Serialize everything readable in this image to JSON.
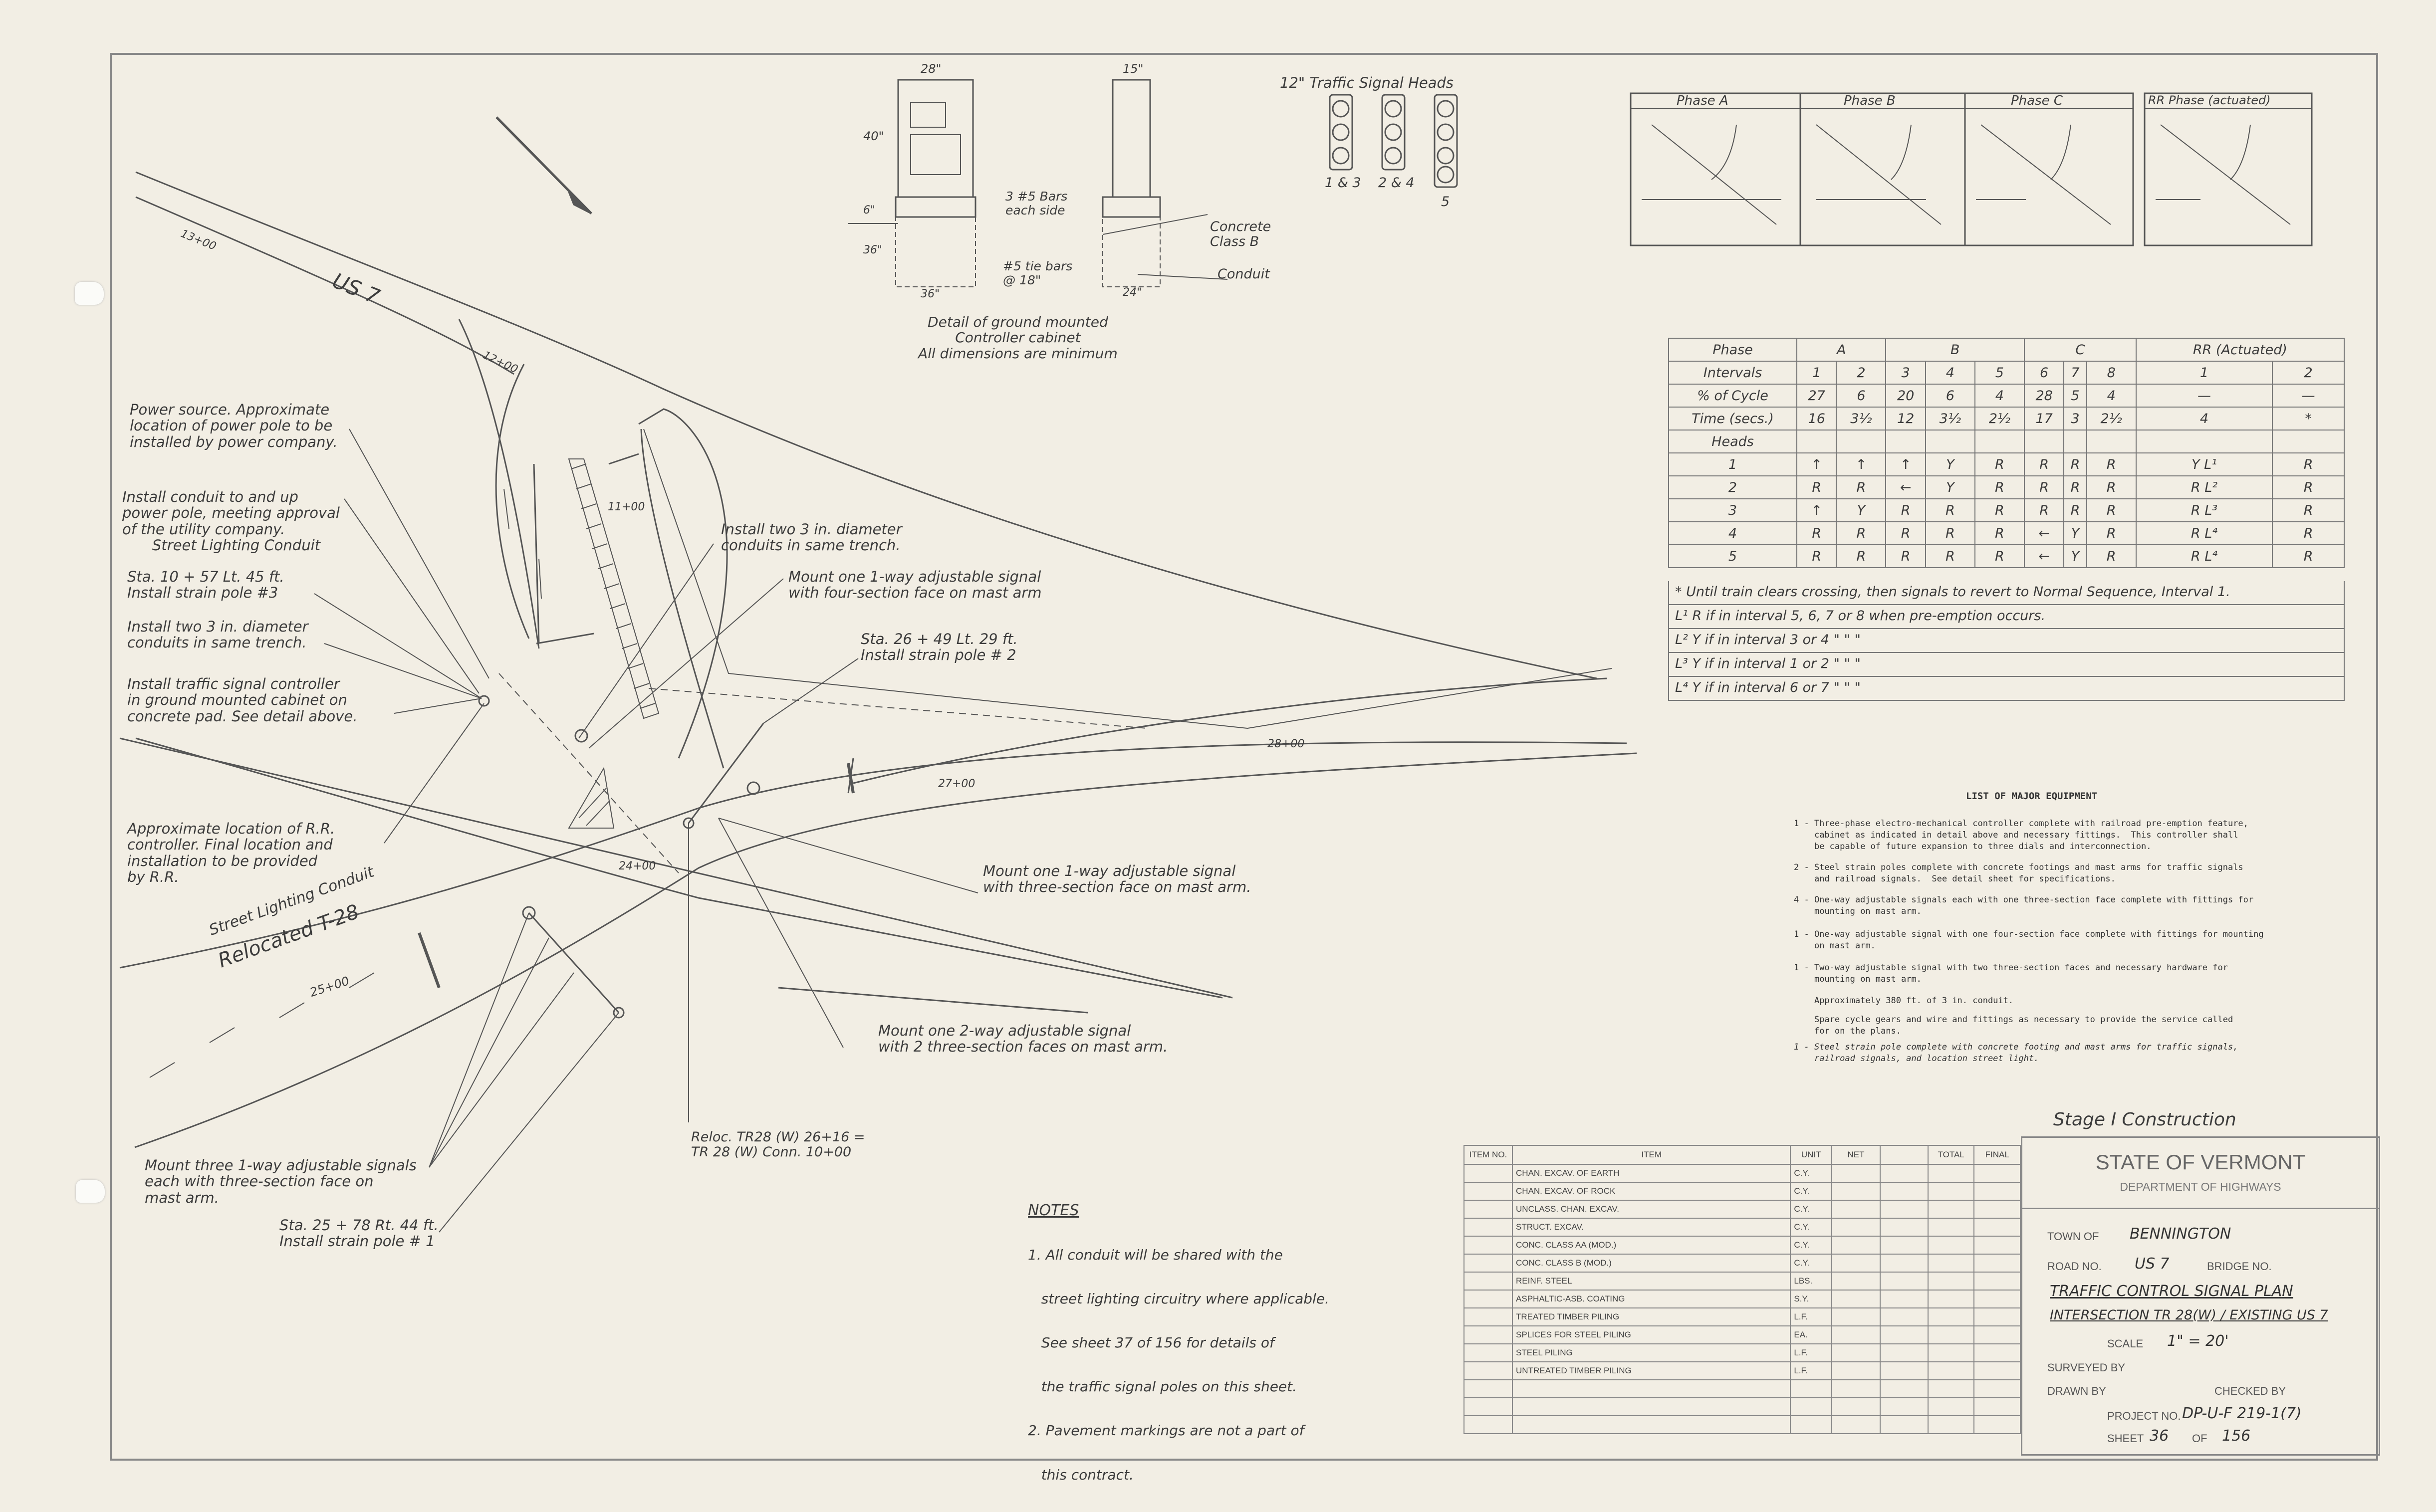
{
  "cabinet_detail": {
    "dims": {
      "w1": "28\"",
      "w2": "15\"",
      "h1": "40\"",
      "h2": "6\"",
      "h3": "36\"",
      "b1": "36\"",
      "b2": "24\""
    },
    "bars1": "3 #5 Bars",
    "bars2": "each side",
    "tie1": "#5 tie bars",
    "tie2": "@ 18\"",
    "concrete1": "Concrete",
    "concrete2": "Class B",
    "conduit": "Conduit",
    "caption1": "Detail of ground mounted",
    "caption2": "Controller cabinet",
    "caption3": "All dimensions are minimum"
  },
  "signal_heads": {
    "title": "12\" Traffic Signal Heads",
    "labels": [
      "1 & 3",
      "2 & 4",
      "5"
    ]
  },
  "phase_diagrams": [
    "Phase A",
    "Phase B",
    "Phase C",
    "RR Phase (actuated)"
  ],
  "phase_table": {
    "header": [
      "Phase",
      "A",
      "B",
      "C",
      "RR (Actuated)"
    ],
    "intervals": [
      "Intervals",
      "1",
      "2",
      "3",
      "4",
      "5",
      "6",
      "7",
      "8",
      "1",
      "2"
    ],
    "cycle": [
      "% of Cycle",
      "27",
      "6",
      "20",
      "6",
      "4",
      "28",
      "5",
      "4",
      "—",
      "—"
    ],
    "time": [
      "Time (secs.)",
      "16",
      "3½",
      "12",
      "3½",
      "2½",
      "17",
      "3",
      "2½",
      "4",
      "*"
    ],
    "heads_label": "Heads",
    "rows": [
      [
        "1",
        "↑",
        "↑",
        "↑",
        "Y",
        "R",
        "R",
        "R",
        "R",
        "Y L¹",
        "R"
      ],
      [
        "2",
        "R",
        "R",
        "←",
        "Y",
        "R",
        "R",
        "R",
        "R",
        "R L²",
        "R"
      ],
      [
        "3",
        "↑",
        "Y",
        "R",
        "R",
        "R",
        "R",
        "R",
        "R",
        "R L³",
        "R"
      ],
      [
        "4",
        "R",
        "R",
        "R",
        "R",
        "R",
        "←",
        "Y",
        "R",
        "R L⁴",
        "R"
      ],
      [
        "5",
        "R",
        "R",
        "R",
        "R",
        "R",
        "←",
        "Y",
        "R",
        "R L⁴",
        "R"
      ]
    ],
    "notes": [
      "* Until train clears crossing, then signals to revert to Normal Sequence, Interval 1.",
      "L¹ R if in interval 5, 6, 7 or 8 when pre-emption occurs.",
      "L² Y if in interval 3 or 4        \"        \"        \"",
      "L³ Y if in interval 1 or 2        \"        \"        \"",
      "L⁴ Y if in interval 6 or 7        \"        \"        \""
    ]
  },
  "equipment": {
    "title": "LIST OF MAJOR EQUIPMENT",
    "items": [
      "1 - Three-phase electro-mechanical controller complete with railroad pre-emption feature,\n    cabinet as indicated in detail above and necessary fittings.  This controller shall\n    be capable of future expansion to three dials and interconnection.",
      "2 - Steel strain poles complete with concrete footings and mast arms for traffic signals\n    and railroad signals.  See detail sheet for specifications.",
      "4 - One-way adjustable signals each with one three-section face complete with fittings for\n    mounting on mast arm.",
      "1 - One-way adjustable signal with one four-section face complete with fittings for mounting\n    on mast arm.",
      "1 - Two-way adjustable signal with two three-section faces and necessary hardware for\n    mounting on mast arm.",
      "    Approximately 380 ft. of 3 in. conduit.",
      "    Spare cycle gears and wire and fittings as necessary to provide the service called\n    for on the plans.",
      "1 - Steel strain pole complete with concrete footing and mast arms for traffic signals,\n    railroad signals, and location street light."
    ]
  },
  "plan_labels": {
    "us7": "US 7",
    "t28": "Relocated T-28",
    "street_light": "Street Lighting Conduit",
    "sta_12": "12+00",
    "sta_11": "11+00",
    "sta_13": "13+00",
    "sta_24": "24+00",
    "sta_25": "25+00",
    "sta_27": "27+00",
    "sta_28": "28+00",
    "power1": "Power source.  Approximate",
    "power2": "location of power pole to be",
    "power3": "installed by power company.",
    "conduit_up1": "Install conduit to and up",
    "conduit_up2": "power pole, meeting approval",
    "conduit_up3": "of the utility company.",
    "conduit_up4": "Street Lighting Conduit",
    "sta1057a": "Sta. 10 + 57  Lt. 45 ft.",
    "sta1057b": "Install strain pole #3",
    "two3a": "Install two 3 in. diameter",
    "two3b": "conduits in same trench.",
    "controller1": "Install traffic signal controller",
    "controller2": "in ground mounted cabinet on",
    "controller3": "concrete pad.  See detail above.",
    "rr1": "Approximate location of R.R.",
    "rr2": "controller.  Final location and",
    "rr3": "installation to be provided",
    "rr4": "by R.R.",
    "two3c": "Install two 3 in. diameter",
    "two3d": "conduits in same trench.",
    "four_section1": "Mount one 1-way adjustable signal",
    "four_section2": "with four-section face on mast arm",
    "sta2649a": "Sta. 26 + 49  Lt. 29 ft.",
    "sta2649b": "Install strain pole # 2",
    "three_section1": "Mount one 1-way adjustable signal",
    "three_section2": "with three-section face on mast arm.",
    "two_way1": "Mount one 2-way adjustable signal",
    "two_way2": "with 2 three-section faces on mast arm.",
    "reloc1": "Reloc. TR28 (W)  26+16 =",
    "reloc2": "TR 28 (W) Conn. 10+00",
    "three1": "Mount three 1-way adjustable signals",
    "three2": "each with three-section face on",
    "three3": "mast arm.",
    "sta2578a": "Sta. 25 + 78  Rt. 44 ft.",
    "sta2578b": "Install strain pole # 1"
  },
  "notes": {
    "title": "NOTES",
    "lines": [
      "1. All conduit will be shared with the",
      "   street lighting circuitry where applicable.",
      "   See sheet 37 of 156 for details of",
      "   the traffic signal poles on this sheet.",
      "2. Pavement markings are not a part of",
      "   this contract."
    ]
  },
  "quantities": {
    "headers": [
      "ITEM NO.",
      "ITEM",
      "UNIT",
      "NET",
      "",
      "TOTAL",
      "FINAL"
    ],
    "rows": [
      [
        "CHAN. EXCAV. OF EARTH",
        "C.Y."
      ],
      [
        "CHAN. EXCAV. OF ROCK",
        "C.Y."
      ],
      [
        "UNCLASS. CHAN. EXCAV.",
        "C.Y."
      ],
      [
        "STRUCT. EXCAV.",
        "C.Y."
      ],
      [
        "CONC. CLASS AA (MOD.)",
        "C.Y."
      ],
      [
        "CONC. CLASS B (MOD.)",
        "C.Y."
      ],
      [
        "REINF. STEEL",
        "LBS."
      ],
      [
        "ASPHALTIC-ASB. COATING",
        "S.Y."
      ],
      [
        "TREATED TIMBER PILING",
        "L.F."
      ],
      [
        "SPLICES FOR STEEL PILING",
        "EA."
      ],
      [
        "STEEL PILING",
        "L.F."
      ],
      [
        "UNTREATED TIMBER PILING",
        "L.F."
      ],
      [
        "",
        ""
      ],
      [
        "",
        ""
      ],
      [
        "",
        ""
      ]
    ]
  },
  "title_block": {
    "stage": "Stage  I  Construction",
    "state": "STATE OF VERMONT",
    "dept": "DEPARTMENT OF HIGHWAYS",
    "town_lbl": "TOWN OF",
    "town": "BENNINGTON",
    "road_lbl": "ROAD NO.",
    "road": "US 7",
    "bridge_lbl": "BRIDGE NO.",
    "plan1": "TRAFFIC CONTROL SIGNAL PLAN",
    "plan2": "INTERSECTION  TR 28(W) / EXISTING US 7",
    "scale_lbl": "SCALE",
    "scale": "1\" = 20'",
    "surveyed": "SURVEYED BY",
    "drawn": "DRAWN BY",
    "checked": "CHECKED BY",
    "project_lbl": "PROJECT NO.",
    "project": "DP-U-F 219-1(7)",
    "sheet_lbl": "SHEET",
    "sheet": "36",
    "of": "OF",
    "total": "156"
  }
}
